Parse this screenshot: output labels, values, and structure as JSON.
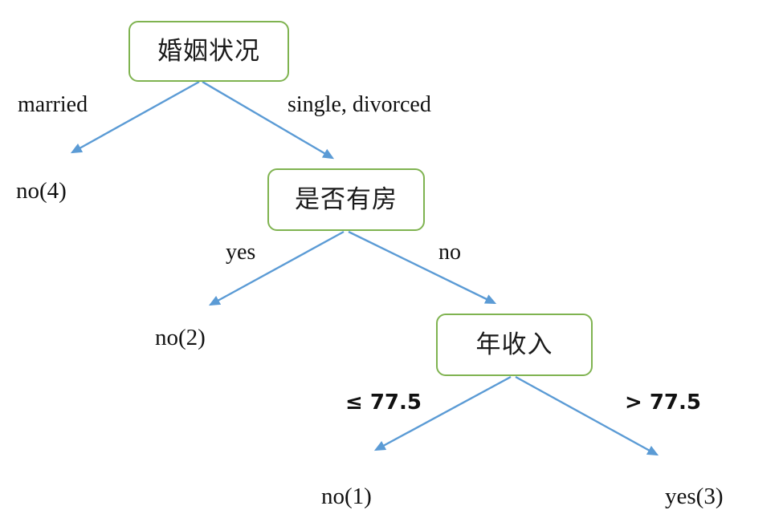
{
  "diagram": {
    "type": "decision-tree",
    "title": "",
    "node_border_color": "#7fb350",
    "edge_color": "#5b9bd5",
    "text_color": "#111111",
    "background_color": "#ffffff"
  },
  "nodes": [
    {
      "id": "root",
      "label": "婚姻状况",
      "kind": "decision"
    },
    {
      "id": "house",
      "label": "是否有房",
      "kind": "decision"
    },
    {
      "id": "income",
      "label": "年收入",
      "kind": "decision"
    }
  ],
  "leaves": [
    {
      "id": "leaf-no-4",
      "label": "no(4)"
    },
    {
      "id": "leaf-no-2",
      "label": "no(2)"
    },
    {
      "id": "leaf-no-1",
      "label": "no(1)"
    },
    {
      "id": "leaf-yes-3",
      "label": "yes(3)"
    }
  ],
  "edges": [
    {
      "id": "edge-married",
      "from": "root",
      "to": "leaf-no-4",
      "label": "married"
    },
    {
      "id": "edge-single",
      "from": "root",
      "to": "house",
      "label": "single, divorced"
    },
    {
      "id": "edge-yes",
      "from": "house",
      "to": "leaf-no-2",
      "label": "yes"
    },
    {
      "id": "edge-no",
      "from": "house",
      "to": "income",
      "label": "no"
    },
    {
      "id": "edge-le-77-5",
      "from": "income",
      "to": "leaf-no-1",
      "label": "≤ 77.5"
    },
    {
      "id": "edge-gt-77-5",
      "from": "income",
      "to": "leaf-yes-3",
      "label": "> 77.5"
    }
  ]
}
